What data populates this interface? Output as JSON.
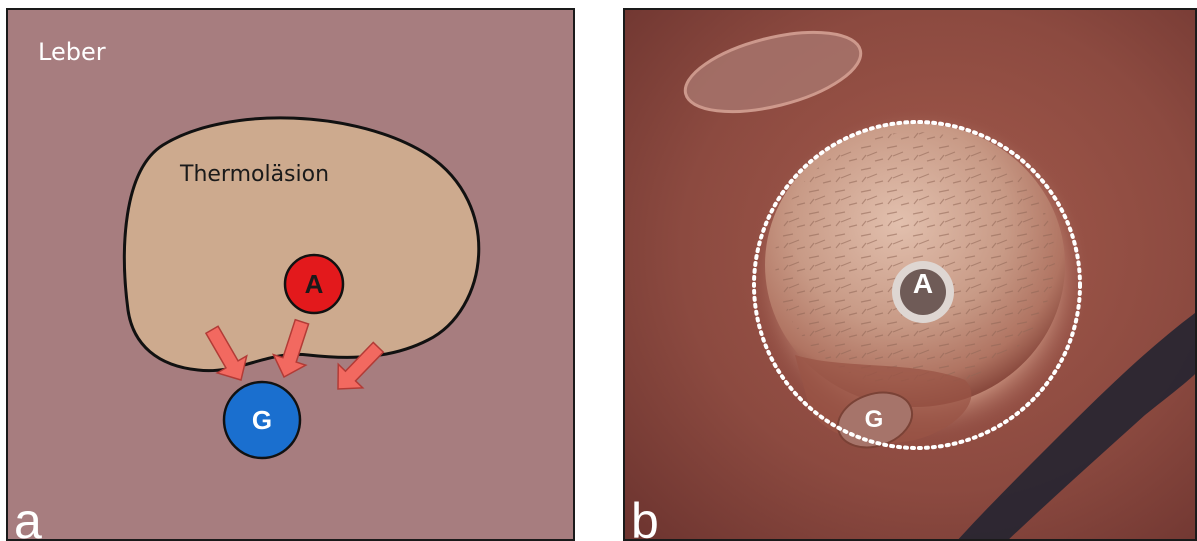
{
  "panel_a": {
    "corner_label": "a",
    "organ_label": "Leber",
    "lesion_label": "Thermoläsion",
    "node_a": "A",
    "node_g": "G",
    "colors": {
      "background": "#a77d7f",
      "lesion": "#cdaa8e",
      "node_a": "#e3191c",
      "node_g": "#1a6fcf",
      "arrows": "#f26960"
    },
    "arrow_icons": [
      "arrow-down-icon",
      "arrow-down-icon",
      "arrow-down-icon"
    ]
  },
  "panel_b": {
    "corner_label": "b",
    "marker_a": "A",
    "marker_g": "G",
    "colors": {
      "tissue": "#8c4a40",
      "lesion": "#c89a86",
      "outline": "#ffffff"
    }
  }
}
